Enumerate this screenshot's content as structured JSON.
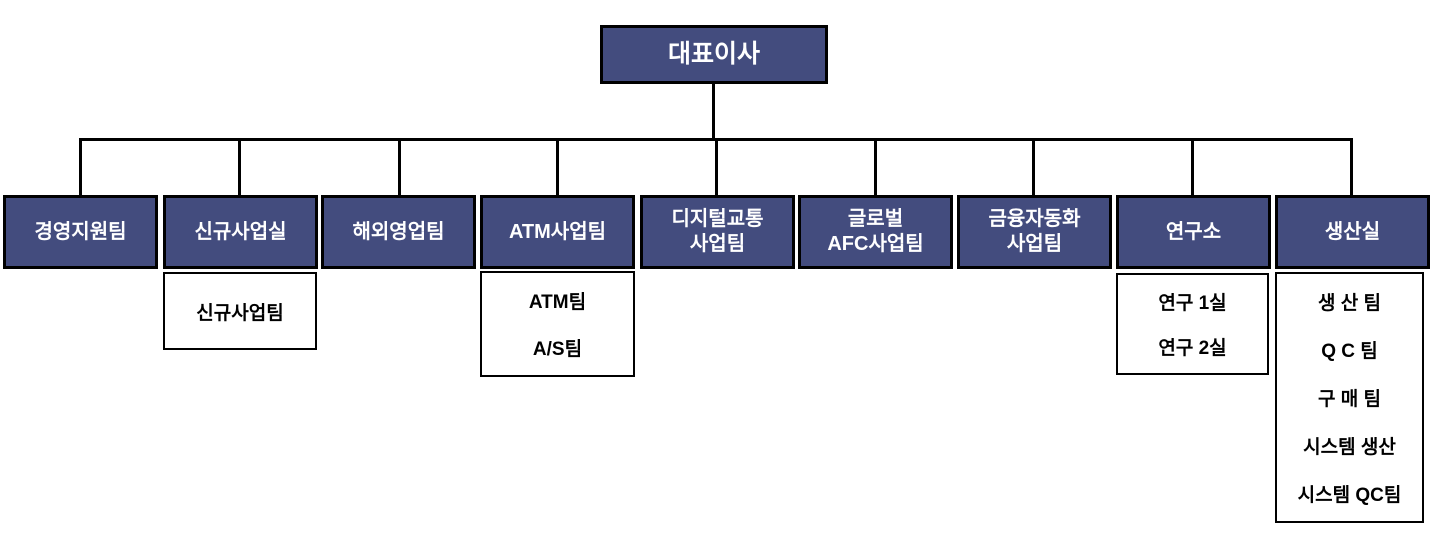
{
  "root": {
    "label": "대표이사"
  },
  "departments": [
    {
      "label": "경영지원팀",
      "children": []
    },
    {
      "label": "신규사업실",
      "children": [
        "신규사업팀"
      ]
    },
    {
      "label": "해외영업팀",
      "children": []
    },
    {
      "label": "ATM사업팀",
      "children": [
        "ATM팀",
        "A/S팀"
      ]
    },
    {
      "label": "디지털교통\n사업팀",
      "children": []
    },
    {
      "label": "글로벌\nAFC사업팀",
      "children": []
    },
    {
      "label": "금융자동화\n사업팀",
      "children": []
    },
    {
      "label": "연구소",
      "children": [
        "연구 1실",
        "연구 2실"
      ]
    },
    {
      "label": "생산실",
      "children": [
        "생 산 팀",
        "Q C 팀",
        "구 매 팀",
        "시스템 생산",
        "시스템 QC팀"
      ]
    }
  ],
  "colors": {
    "node_fill": "#434c7e",
    "node_border": "#000000",
    "node_text": "#ffffff",
    "child_fill": "#ffffff",
    "child_border": "#000000",
    "child_text": "#000000",
    "connector": "#000000"
  }
}
